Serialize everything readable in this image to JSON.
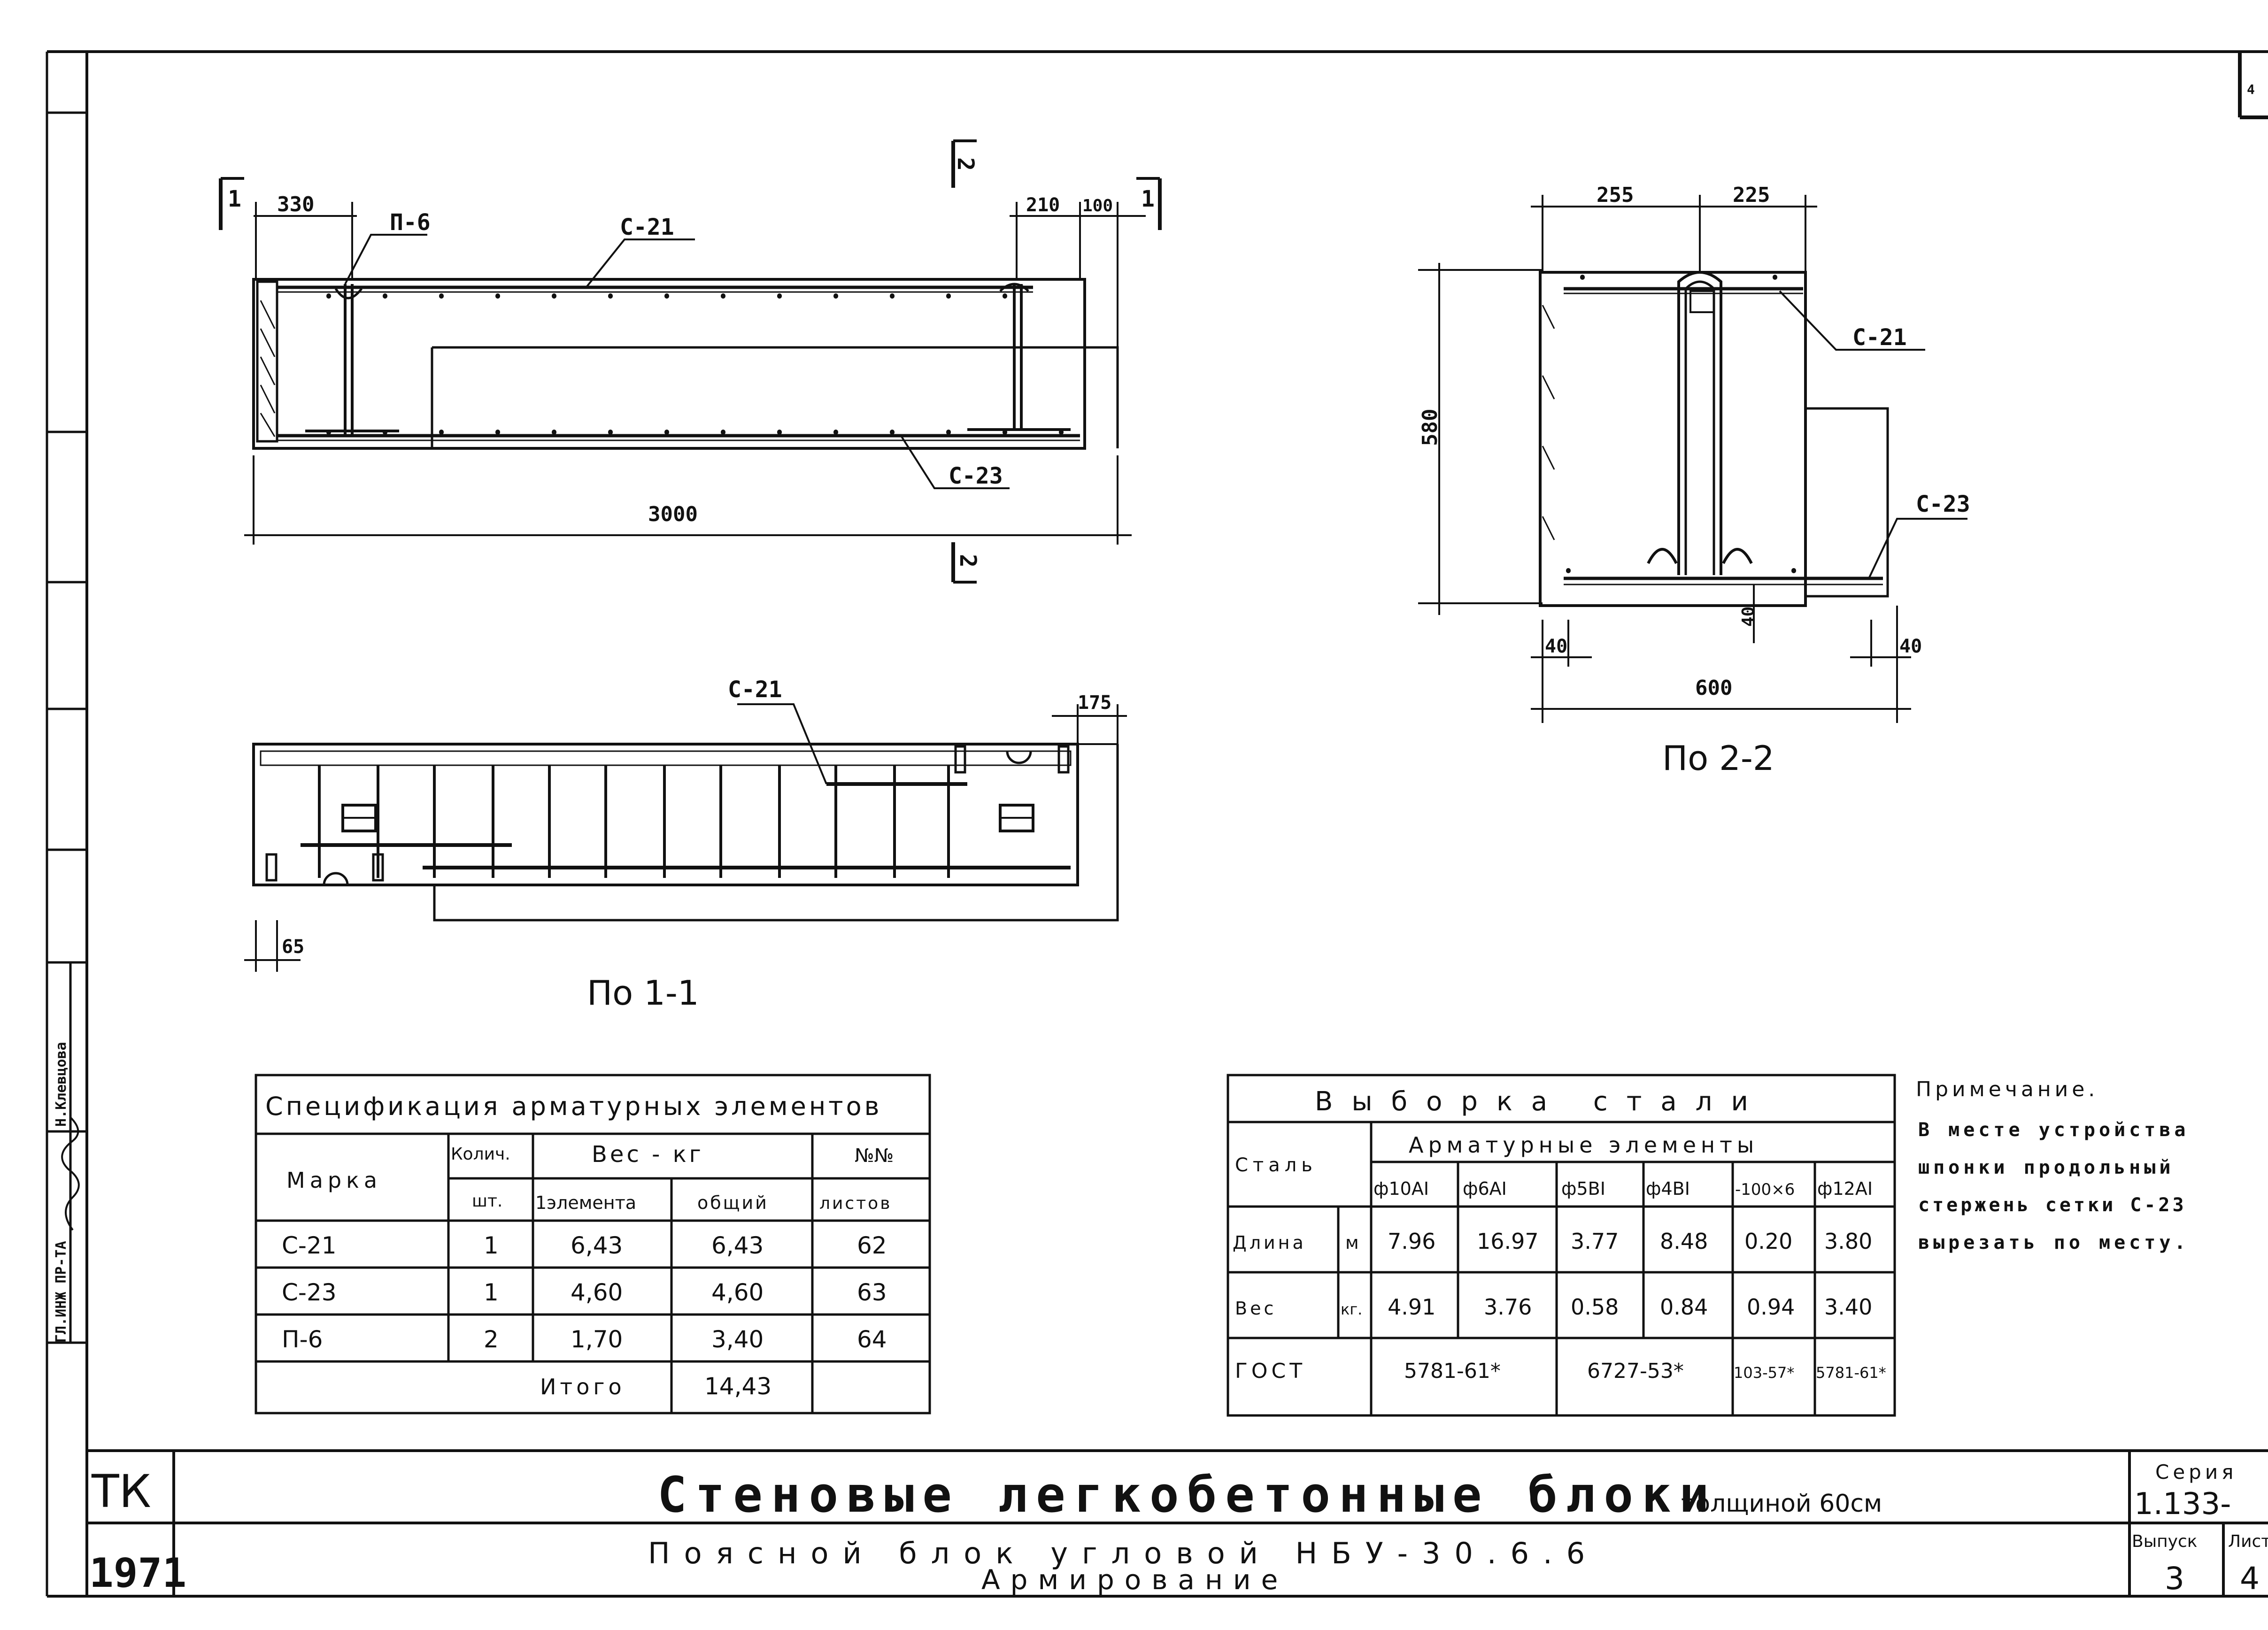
{
  "drawing": {
    "section_1_1": {
      "title": "По 1-1",
      "dims": {
        "left": "330",
        "right_a": "210",
        "right_b": "100",
        "overall": "3000"
      },
      "labels": {
        "p6": "П-6",
        "c21": "С-21",
        "c23": "С-23"
      },
      "cut_marks": {
        "cut1_left": "1",
        "cut1_right": "1",
        "cut2_top": "2",
        "cut2_bottom": "2"
      }
    },
    "plan": {
      "labels": {
        "c21": "С-21"
      },
      "dims": {
        "top_right": "175",
        "bottom_left": "65"
      }
    },
    "section_2_2": {
      "title": "По 2-2",
      "dims": {
        "top_left": "255",
        "top_right": "225",
        "height": "580",
        "bottom_gap": "40",
        "left_edge": "40",
        "right_edge": "40",
        "width": "600"
      },
      "labels": {
        "c21": "С-21",
        "c23": "С-23"
      }
    },
    "corner_mark": "4"
  },
  "spec_table": {
    "title": "Спецификация арматурных элементов",
    "headers": {
      "mark": "Марка",
      "qty_top": "Колич.",
      "qty_unit": "шт.",
      "weight": "Вес - кг",
      "weight_elem": "1элемента",
      "weight_total": "общий",
      "sheets_top": "№№",
      "sheets": "листов"
    },
    "rows": [
      {
        "mark": "С-21",
        "qty": "1",
        "elem": "6,43",
        "total": "6,43",
        "sheet": "62"
      },
      {
        "mark": "С-23",
        "qty": "1",
        "elem": "4,60",
        "total": "4,60",
        "sheet": "63"
      },
      {
        "mark": "П-6",
        "qty": "2",
        "elem": "1,70",
        "total": "3,40",
        "sheet": "64"
      }
    ],
    "total_label": "Итого",
    "total_value": "14,43"
  },
  "steel_table": {
    "title": "Выборка стали",
    "header_steel": "Сталь",
    "header_group": "Арматурные элементы",
    "columns": [
      "ф10АI",
      "ф6АI",
      "ф5ВI",
      "ф4ВI",
      "-100×6",
      "ф12АI"
    ],
    "rows": [
      {
        "label": "Длина",
        "unit": "м",
        "values": [
          "7.96",
          "16.97",
          "3.77",
          "8.48",
          "0.20",
          "3.80"
        ]
      },
      {
        "label": "Вес",
        "unit": "кг.",
        "values": [
          "4.91",
          "3.76",
          "0.58",
          "0.84",
          "0.94",
          "3.40"
        ]
      }
    ],
    "gost_label": "ГОСТ",
    "gost": [
      "5781-61*",
      "6727-53*",
      "103-57*",
      "5781-61*"
    ]
  },
  "note": {
    "title": "Примечание.",
    "lines": [
      "В месте устройства",
      "шпонки продольный",
      "стержень сетки С-23",
      "вырезать по месту."
    ]
  },
  "side_stamp": {
    "role_1": "ГЛ.ИНЖ ПР-ТА",
    "name_1": "Н.Клевцова"
  },
  "title_block": {
    "org": "ТК",
    "year": "1971",
    "main_title": "Стеновые легкобетонные блоки",
    "main_title_suffix": "толщиной 60см",
    "subtitle_1": "Поясной блок угловой НБУ-30.6.6",
    "subtitle_2": "Армирование",
    "series_label": "Серия",
    "series_value": "1.133-",
    "issue_label": "Выпуск",
    "issue_value": "3",
    "sheet_label": "Лист",
    "sheet_value": "4"
  }
}
